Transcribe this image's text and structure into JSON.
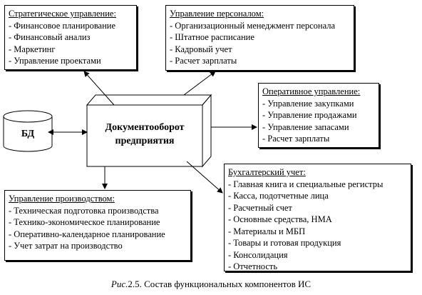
{
  "strategic": {
    "title": "Стратегическое управление:",
    "items": [
      "- Финансовое планирование",
      "- Финансовый анализ",
      "- Маркетинг",
      "- Управление проектами"
    ]
  },
  "personnel": {
    "title": "Управление персоналом:",
    "items": [
      "- Организационный менеджмент персонала",
      "- Штатное расписание",
      "- Кадровый учет",
      "- Расчет зарплаты"
    ]
  },
  "operational": {
    "title": "Оперативное управление:",
    "items": [
      "- Управление закупками",
      "- Управление продажами",
      "- Управление запасами",
      "- Расчет зарплаты"
    ]
  },
  "center": {
    "line1": "Документооборот",
    "line2": "предприятия"
  },
  "db": {
    "label": "БД"
  },
  "production": {
    "title": "Управление производством:",
    "items": [
      "- Техническая подготовка производства",
      "- Технико-экономическое планирование",
      "- Оперативно-календарное планирование",
      "- Учет затрат на производство"
    ]
  },
  "accounting": {
    "title": "Бухгалтерский учет:",
    "items": [
      "- Главная книга и специальные регистры",
      "- Касса, подотчетные лица",
      "- Расчетный счет",
      "- Основные средства, НМА",
      "- Материалы и МБП",
      "- Товары и готовая продукция",
      "- Консолидация",
      "- Отчетность"
    ]
  },
  "caption": {
    "fig": "Рис.",
    "text": "2.5. Состав функциональных компонентов ИС"
  }
}
